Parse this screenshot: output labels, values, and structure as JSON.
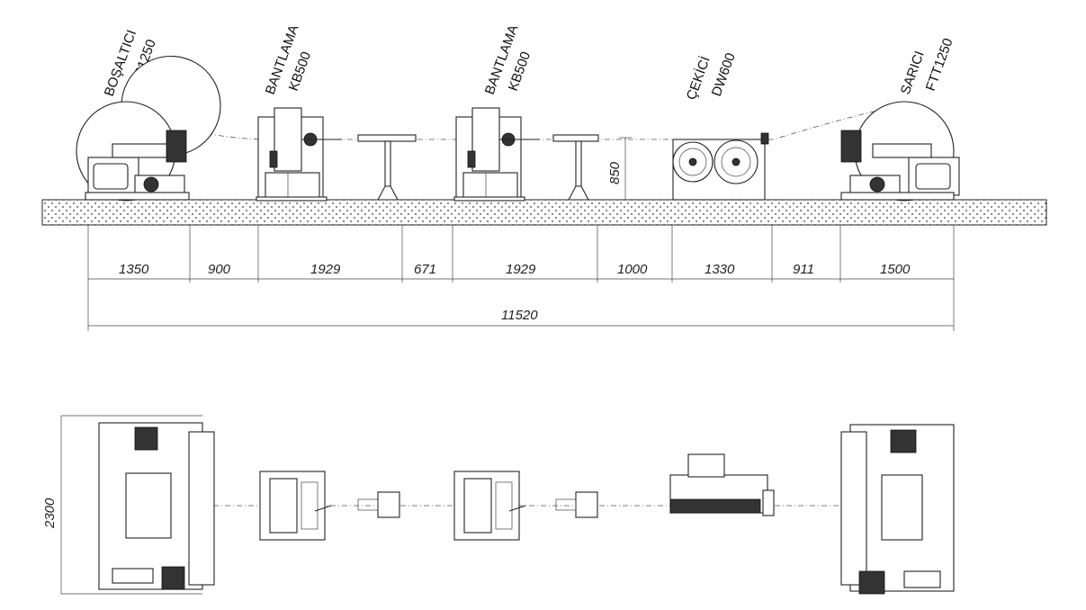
{
  "machines": [
    {
      "name": "BOŞALTICI",
      "model": "FTP1250"
    },
    {
      "name": "BANTLAMA",
      "model": "KB500"
    },
    {
      "name": "BANTLAMA",
      "model": "KB500"
    },
    {
      "name": "ÇEKİCİ",
      "model": "DW600"
    },
    {
      "name": "SARICI",
      "model": "FTT1250"
    }
  ],
  "dimensions": {
    "segments": [
      "1350",
      "900",
      "1929",
      "671",
      "1929",
      "1000",
      "1330",
      "911",
      "1500"
    ],
    "total": "11520",
    "height": "850",
    "width": "2300"
  },
  "colors": {
    "line": "#222222",
    "ground_fill": "#ffffff"
  }
}
